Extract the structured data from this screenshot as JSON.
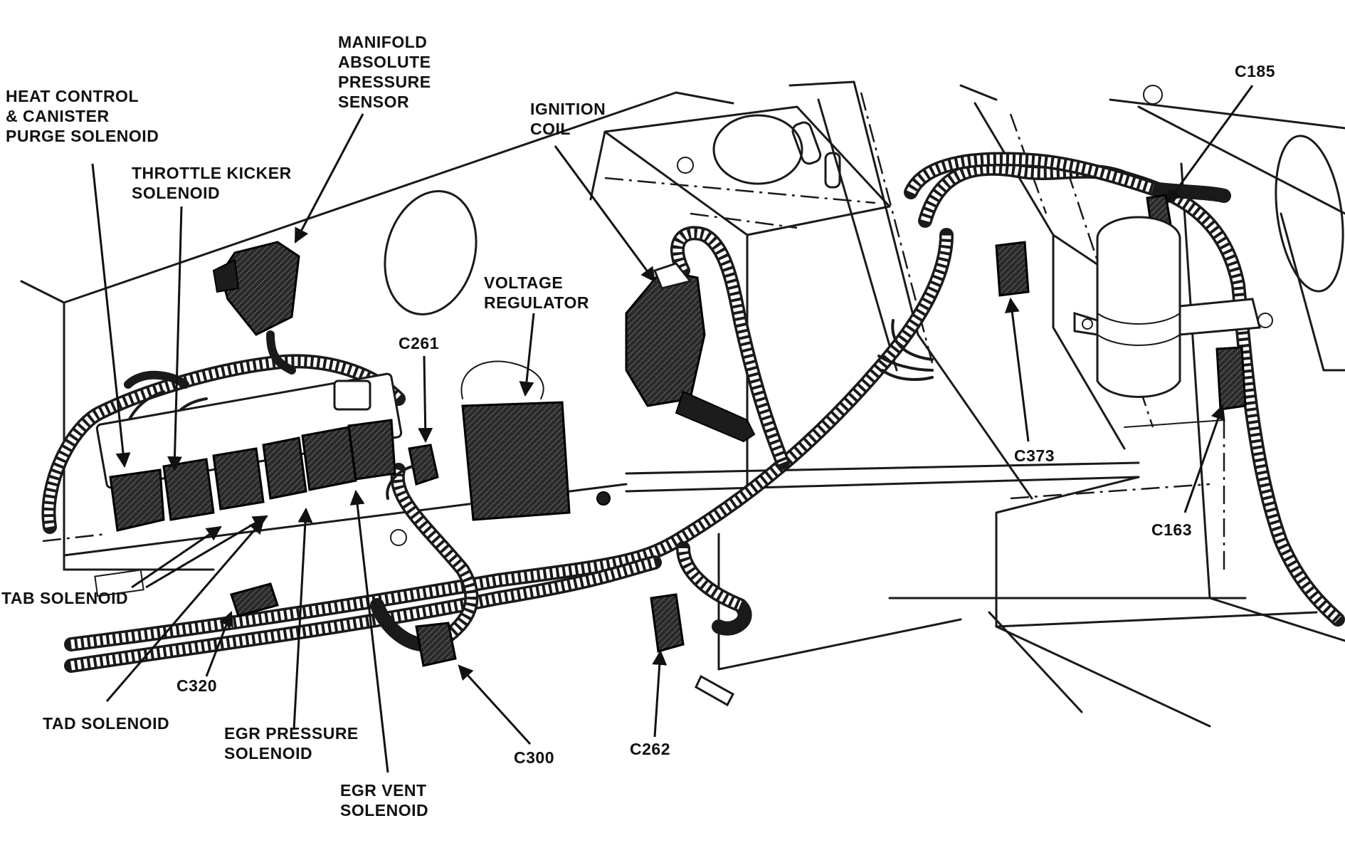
{
  "labels": {
    "manifold_sensor": [
      "MANIFOLD",
      "ABSOLUTE",
      "PRESSURE",
      "SENSOR"
    ],
    "heat_control": [
      "HEAT CONTROL",
      "& CANISTER",
      "PURGE SOLENOID"
    ],
    "throttle_kicker": [
      "THROTTLE KICKER",
      "SOLENOID"
    ],
    "ignition_coil": [
      "IGNITION",
      "COIL"
    ],
    "voltage_regulator": [
      "VOLTAGE",
      "REGULATOR"
    ],
    "c261": "C261",
    "c185": "C185",
    "c373": "C373",
    "c163": "C163",
    "tab_solenoid": "TAB SOLENOID",
    "c320": "C320",
    "tad_solenoid": "TAD SOLENOID",
    "egr_pressure": [
      "EGR PRESSURE",
      "SOLENOID"
    ],
    "c300": "C300",
    "c262": "C262",
    "egr_vent": [
      "EGR VENT",
      "SOLENOID"
    ]
  }
}
